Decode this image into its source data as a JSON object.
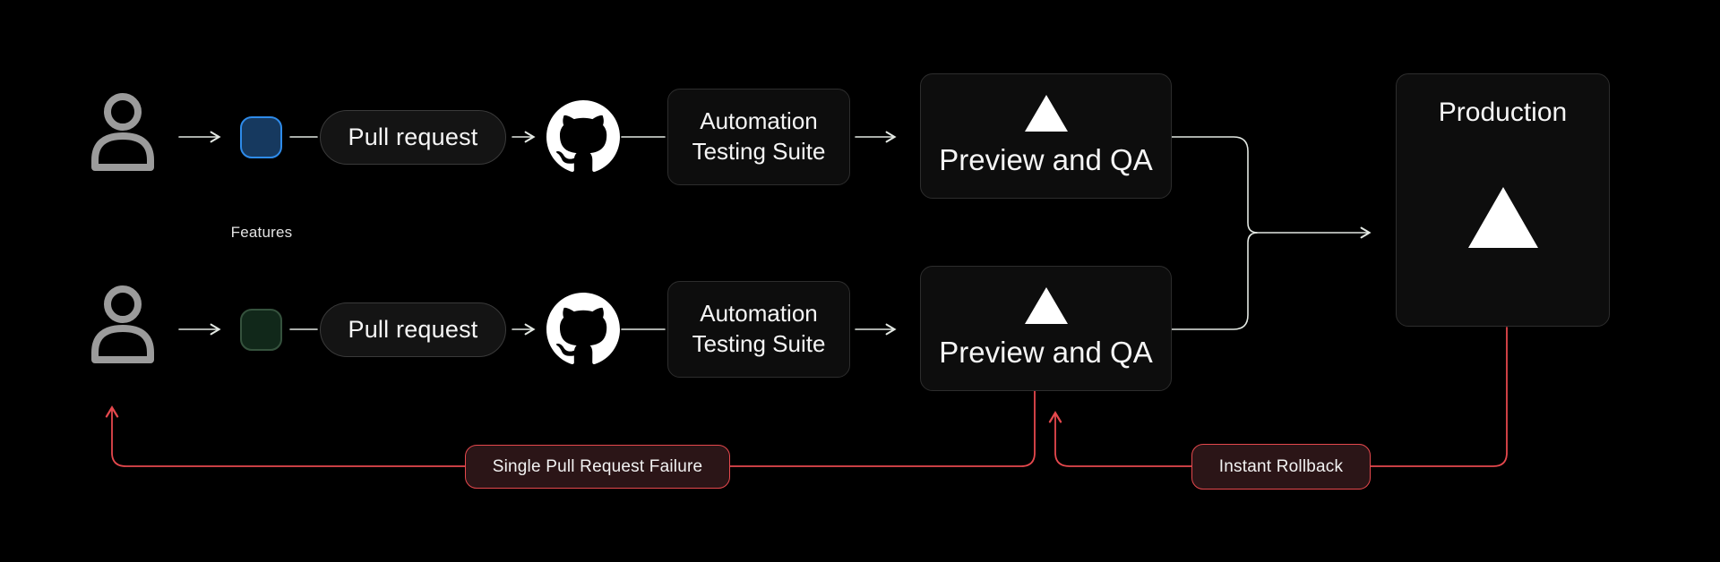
{
  "colors": {
    "background": "#000000",
    "connector": "#e3e8e3",
    "accent_red": "#e5484d",
    "red_label_bg": "#2b1517",
    "node_bg": "#0d0d0d",
    "node_border": "#2d2d2d",
    "pill_bg": "#141414",
    "pill_border": "#3a3a3a",
    "person": "#9b9b9b",
    "branch_blue_fill": "#16395f",
    "branch_blue_border": "#2e8bea",
    "branch_green_fill": "#11281a",
    "branch_green_border": "#35523d",
    "text": "#f5f5f5"
  },
  "nodes": {
    "features_label": "Features",
    "rows": [
      {
        "branch": "blue",
        "pull_request": "Pull request",
        "automation": [
          "Automation",
          "Testing Suite"
        ],
        "preview_qa": "Preview and QA"
      },
      {
        "branch": "green",
        "pull_request": "Pull request",
        "automation": [
          "Automation",
          "Testing Suite"
        ],
        "preview_qa": "Preview and QA"
      }
    ],
    "production": "Production"
  },
  "feedback_labels": {
    "single_pull_request_failure": "Single Pull Request Failure",
    "instant_rollback": "Instant Rollback"
  },
  "icons": {
    "developer": "person-icon",
    "repository": "github-logo-icon",
    "deployment": "vercel-triangle-icon"
  }
}
